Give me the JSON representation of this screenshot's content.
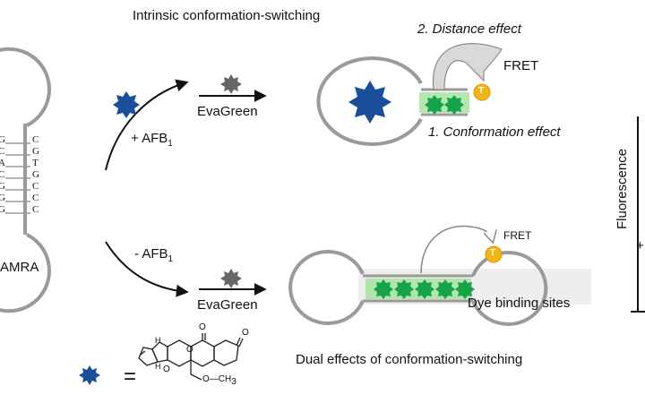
{
  "top": {
    "title": "Intrinsic conformation-switching",
    "distance_effect": "2. Distance effect",
    "fret": "FRET",
    "conformation_effect": "1. Conformation effect",
    "afb_plus": "+ AFB",
    "afb_sub": "1",
    "evagreen": "EvaGreen",
    "tamra_letter": "T"
  },
  "bottom": {
    "title": "Dual effects of conformation-switching",
    "fret": "FRET",
    "dye_sites": "Dye binding sites",
    "afb_minus": "- AFB",
    "afb_sub": "1",
    "evagreen": "EvaGreen",
    "tamra_letter": "T"
  },
  "left": {
    "tamra": "AMRA",
    "stem_left": [
      "G",
      "C",
      "A",
      "C",
      "G",
      "G",
      "G"
    ],
    "stem_right": [
      "C",
      "G",
      "T",
      "G",
      "C",
      "C",
      "C"
    ]
  },
  "legend": {
    "equals": "=",
    "ome": "O",
    "ch3": "CH",
    "ch3_sub": "3",
    "o_top": "O",
    "o_keto": "O",
    "h1": "H",
    "h2": "H",
    "o_ring1": "O",
    "o_ring2": "O"
  },
  "axis": {
    "fluorescence": "Fluorescence",
    "plus": "+"
  },
  "colors": {
    "afb_star": "#1b4f9c",
    "evagreen_star": "#666666",
    "dye_star": "#17a34a",
    "dye_glow": "#a7e3a0",
    "tamra": "#f3b415",
    "strand": "#9a9a9a"
  }
}
